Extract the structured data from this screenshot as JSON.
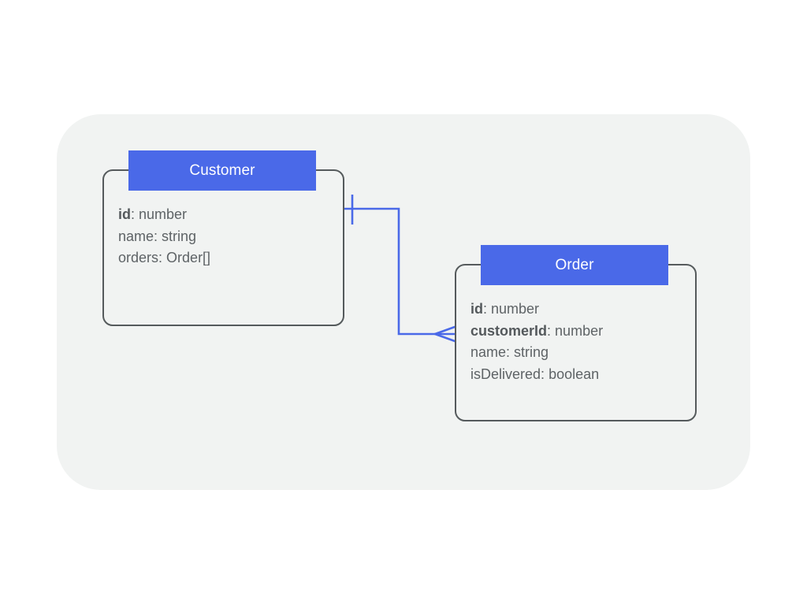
{
  "diagram": {
    "type": "entity-relationship-diagram",
    "notation": "crow's-foot",
    "surface_color": "#f1f3f2",
    "accent_color": "#4a69e8",
    "border_color": "#555a5c",
    "text_color": "#5e6366",
    "entities": [
      {
        "name": "Customer",
        "attributes": [
          {
            "name": "id",
            "type": "number",
            "is_key": true
          },
          {
            "name": "name",
            "type": "string",
            "is_key": false
          },
          {
            "name": "orders",
            "type": "Order[]",
            "is_key": false
          }
        ]
      },
      {
        "name": "Order",
        "attributes": [
          {
            "name": "id",
            "type": "number",
            "is_key": true
          },
          {
            "name": "customerId",
            "type": "number",
            "is_key": true
          },
          {
            "name": "name",
            "type": "string",
            "is_key": false
          },
          {
            "name": "isDelivered",
            "type": "boolean",
            "is_key": false
          }
        ]
      }
    ],
    "relationship": {
      "from": "Customer",
      "to": "Order",
      "from_cardinality": "one",
      "to_cardinality": "many",
      "line_color": "#4a69e8"
    }
  }
}
